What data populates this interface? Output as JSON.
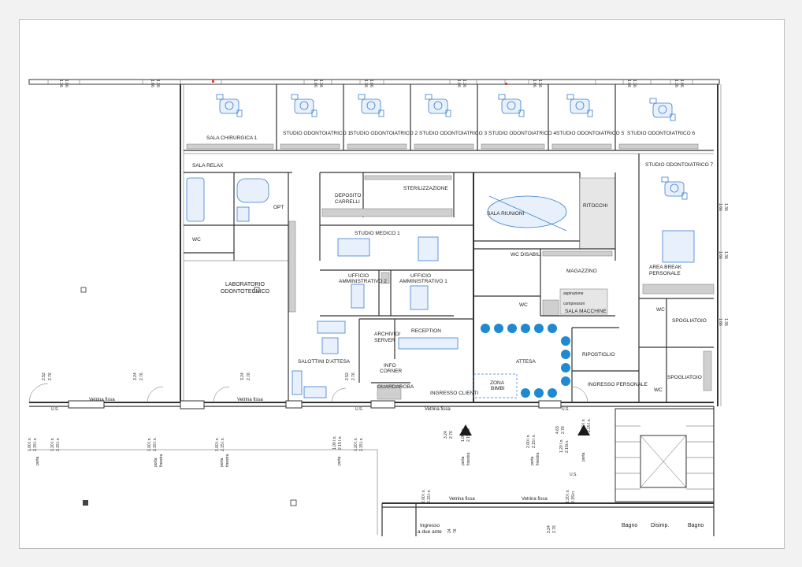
{
  "rooms": {
    "sala_chirurgica": "SALA CHIRURGICA 1",
    "studio_1": "STUDIO ODONTOIATRICO 1",
    "studio_2": "STUDIO ODONTOIATRICO 2",
    "studio_3": "STUDIO ODONTOIATRICO 3",
    "studio_4": "STUDIO ODONTOIATRICO 4",
    "studio_5": "STUDIO ODONTOIATRICO 5",
    "studio_6": "STUDIO ODONTOIATRICO 6",
    "studio_7": "STUDIO ODONTOIATRICO 7",
    "sala_relax": "SALA RELAX",
    "opt": "OPT",
    "wc_left": "WC",
    "deposito": "DEPOSITO",
    "carrelli": "CARRELLI",
    "sterilizzazione": "STERILIZZAZIONE",
    "sala_riunioni": "SALA RIUNIONI",
    "ritocchi": "RITOCCHI",
    "studio_medico": "STUDIO MEDICO 1",
    "wc_disabili": "WC DISABILI",
    "magazzino": "MAGAZZINO",
    "area_break_1": "AREA BREAK",
    "area_break_2": "PERSONALE",
    "laboratorio_1": "LABORATORIO",
    "laboratorio_2": "ODONTOTECNICO",
    "ufficio_amm_2a": "UFFICIO",
    "ufficio_amm_2b": "AMMINISTRATIVO 2",
    "ufficio_amm_1a": "UFFICIO",
    "ufficio_amm_1b": "AMMINISTRATIVO 1",
    "aspirazione": "aspirazione",
    "compressori": "compressori",
    "sala_macchine": "SALA MACCHINE",
    "wc_mid": "WC",
    "wc_right": "WC",
    "spogliatoio_1": "SPOGLIATOIO",
    "spogliatoio_2": "SPOGLIATOIO",
    "archivio_a": "ARCHIVIO/",
    "archivio_b": "SERVER",
    "reception": "RECEPTION",
    "attesa": "ATTESA",
    "ripostiglio": "RIPOSTIGLIO",
    "salottini": "SALOTTINI D'ATTESA",
    "info_a": "INFO",
    "info_b": "CORNER",
    "guardaroba": "GUARDAROBA",
    "ingresso_clienti": "INGRESSO CLIENTI",
    "zona_bimbi_a": "ZONA",
    "zona_bimbi_b": "BIMBI",
    "ingresso_personale": "INGRESSO PERSONALE",
    "bagno_1": "Bagno",
    "bagno_2": "Bagno",
    "disimp": "Disimp.",
    "ingresso_due_ante_1": "Ingresso",
    "ingresso_due_ante_2": "a due ante"
  },
  "dims": {
    "d136": "1.36",
    "d166": "1.66",
    "d252": "2.52",
    "d276": "2.76",
    "d324": "3.24",
    "d463": "4.63",
    "d100": "1.00 l.n.",
    "d120": "1.20 l.n.",
    "d200": "2.00 l.n.",
    "d215": "2.15 l.n.",
    "d215b": "2.15l.n.",
    "us": "U.S.",
    "porta": "porta",
    "finestra": "finestra",
    "vetrina": "Vetrina  fissa",
    "d24": "24",
    "d76": "76"
  }
}
